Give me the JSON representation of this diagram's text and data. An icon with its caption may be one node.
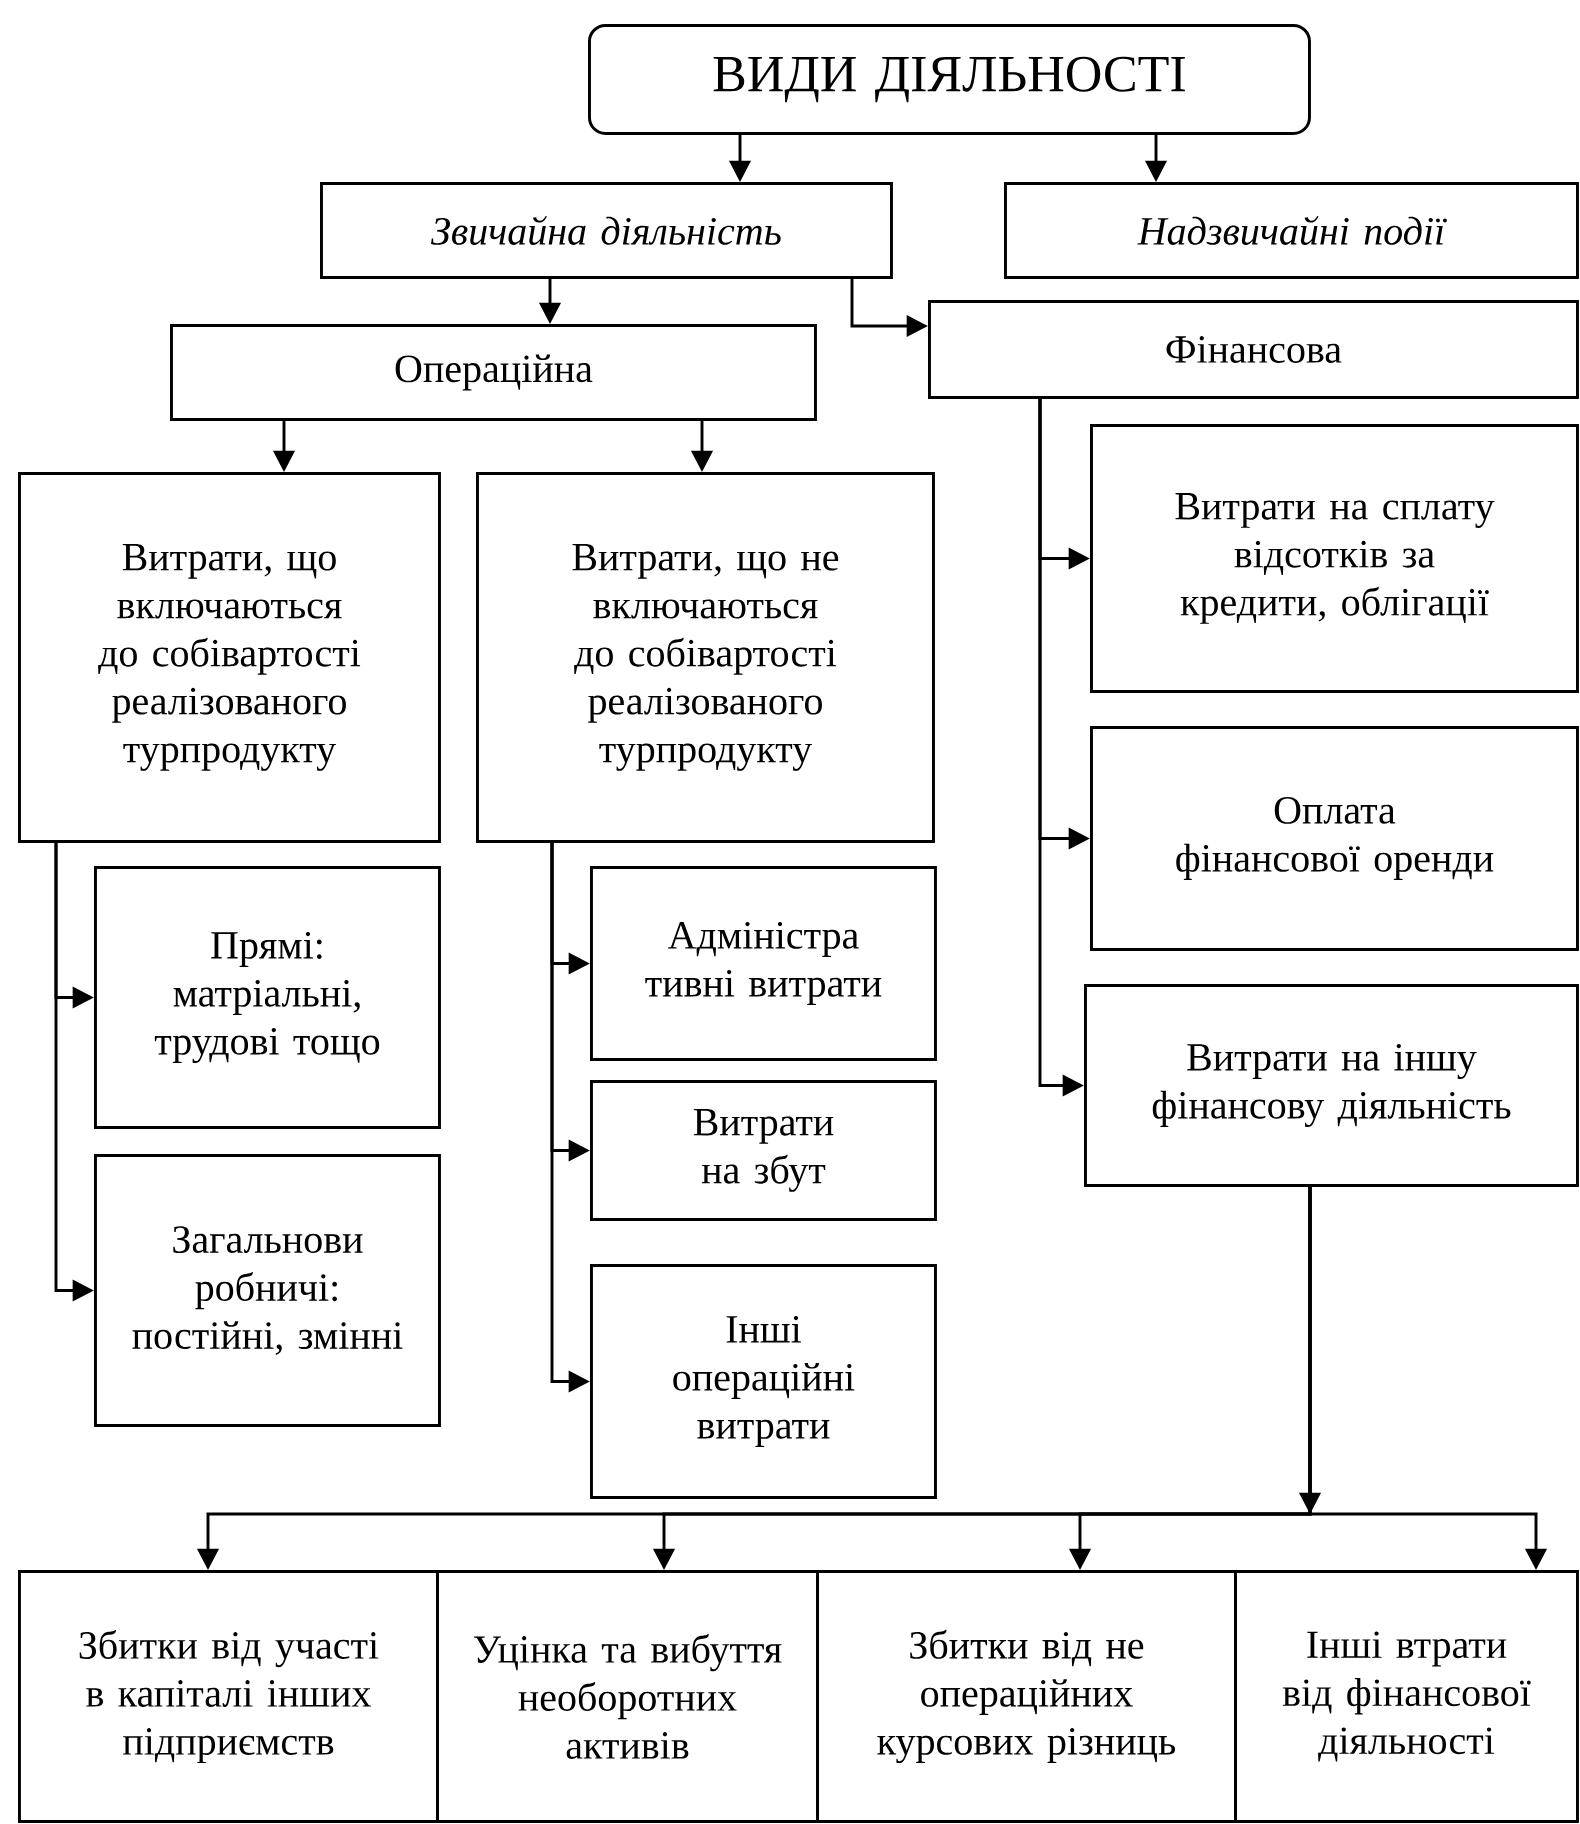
{
  "diagram": {
    "nodes": [
      {
        "text": [
          "ВИДИ ДІЯЛЬНОСТІ"
        ]
      },
      {
        "text": [
          "Звичайна діяльність"
        ]
      },
      {
        "text": [
          "Надзвичайні події"
        ]
      },
      {
        "text": [
          "Операційна"
        ]
      },
      {
        "text": [
          "Фінансова"
        ]
      },
      {
        "text": [
          "Витрати, що включаються до собівартості реалізованого турпродукту"
        ]
      },
      {
        "text": [
          "Витрати, що не включаються до собівартості реалізованого турпродукту"
        ]
      },
      {
        "text": [
          "Витрати на сплату відсотків за кредити, облігації"
        ]
      },
      {
        "text": [
          "Оплата фінансової оренди"
        ]
      },
      {
        "text": [
          "Витрати на іншу фінансову діяльність"
        ]
      },
      {
        "text": [
          "Прямі: матріальні, трудові тощо"
        ]
      },
      {
        "text": [
          "Загальнови робничі: постійні, змінні"
        ]
      },
      {
        "text": [
          "Адміністра тивні витрати"
        ]
      },
      {
        "text": [
          "Витрати на збут"
        ]
      },
      {
        "text": [
          "Інші операційні витрати"
        ]
      },
      {
        "text": [
          "Збитки від участі в капіталі інших підприємств"
        ]
      },
      {
        "text": [
          "Уцінка та вибуття необоротних активів"
        ]
      },
      {
        "text": [
          "Збитки від не операційних курсових різниць"
        ]
      },
      {
        "text": [
          "Інші втрати від фінансової діяльності"
        ]
      }
    ],
    "edges": [
      {
        "from": 0,
        "to": 1,
        "arrow": "to"
      },
      {
        "from": 0,
        "to": 2,
        "arrow": "to"
      },
      {
        "from": 1,
        "to": 3,
        "arrow": "to"
      },
      {
        "from": 1,
        "to": 4,
        "arrow": "to"
      },
      {
        "from": 3,
        "to": 5,
        "arrow": "to"
      },
      {
        "from": 3,
        "to": 6,
        "arrow": "to"
      },
      {
        "from": 4,
        "to": 7,
        "arrow": "to"
      },
      {
        "from": 4,
        "to": 8,
        "arrow": "to"
      },
      {
        "from": 4,
        "to": 9,
        "arrow": "to"
      },
      {
        "from": 5,
        "to": 10,
        "arrow": "to"
      },
      {
        "from": 5,
        "to": 11,
        "arrow": "to"
      },
      {
        "from": 6,
        "to": 12,
        "arrow": "to"
      },
      {
        "from": 6,
        "to": 13,
        "arrow": "to"
      },
      {
        "from": 6,
        "to": 14,
        "arrow": "to"
      },
      {
        "from": 9,
        "to": 15,
        "arrow": "to"
      },
      {
        "from": 9,
        "to": 16,
        "arrow": "to"
      },
      {
        "from": 9,
        "to": 17,
        "arrow": "to"
      },
      {
        "from": 9,
        "to": 18,
        "arrow": "to"
      }
    ]
  }
}
